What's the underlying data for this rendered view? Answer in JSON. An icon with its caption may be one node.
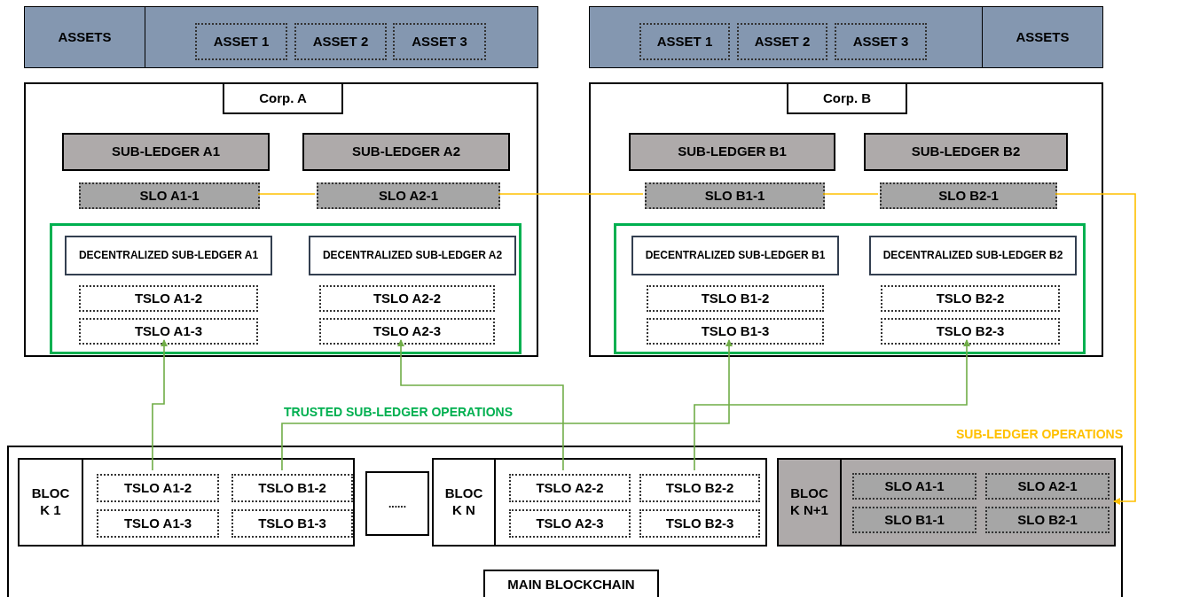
{
  "diagram": {
    "nodes": [
      {
        "text": [
          "ASSETS"
        ]
      },
      {
        "text": [
          "ASSET 1"
        ],
        "in": 0
      },
      {
        "text": [
          "ASSET 2"
        ],
        "in": 0
      },
      {
        "text": [
          "ASSET 3"
        ],
        "in": 0
      },
      {
        "text": [
          "ASSETS"
        ]
      },
      {
        "text": [
          "ASSET 1"
        ],
        "in": 4
      },
      {
        "text": [
          "ASSET 2"
        ],
        "in": 4
      },
      {
        "text": [
          "ASSET 3"
        ],
        "in": 4
      },
      {
        "text": [
          "Corp. A"
        ]
      },
      {
        "text": [
          "SUB-LEDGER A1"
        ],
        "in": 8
      },
      {
        "text": [
          "SUB-LEDGER A2"
        ],
        "in": 8
      },
      {
        "text": [
          "SLO A1-1"
        ],
        "in": 8
      },
      {
        "text": [
          "SLO A2-1"
        ],
        "in": 8
      },
      {
        "text": [],
        "shape": "box",
        "in": 8
      },
      {
        "text": [
          "DECENTRALIZED SUB-LEDGER A1"
        ],
        "in": 13
      },
      {
        "text": [
          "DECENTRALIZED SUB-LEDGER A2"
        ],
        "in": 13
      },
      {
        "text": [
          "TSLO A1-2"
        ],
        "in": 13
      },
      {
        "text": [
          "TSLO A2-2"
        ],
        "in": 13
      },
      {
        "text": [
          "TSLO A1-3"
        ],
        "in": 13
      },
      {
        "text": [
          "TSLO A2-3"
        ],
        "in": 13
      },
      {
        "text": [
          "Corp. B"
        ]
      },
      {
        "text": [
          "SUB-LEDGER B1"
        ],
        "in": 20
      },
      {
        "text": [
          "SUB-LEDGER B2"
        ],
        "in": 20
      },
      {
        "text": [
          "SLO B1-1"
        ],
        "in": 20
      },
      {
        "text": [
          "SLO B2-1"
        ],
        "in": 20
      },
      {
        "text": [],
        "shape": "box",
        "in": 20
      },
      {
        "text": [
          "DECENTRALIZED SUB-LEDGER B1"
        ],
        "in": 25
      },
      {
        "text": [
          "DECENTRALIZED SUB-LEDGER B2"
        ],
        "in": 25
      },
      {
        "text": [
          "TSLO B1-2"
        ],
        "in": 25
      },
      {
        "text": [
          "TSLO B2-2"
        ],
        "in": 25
      },
      {
        "text": [
          "TSLO B1-3"
        ],
        "in": 25
      },
      {
        "text": [
          "TSLO B2-3"
        ],
        "in": 25
      },
      {
        "text": [
          "MAIN BLOCKCHAIN"
        ]
      },
      {
        "text": [
          "BLOC K 1"
        ],
        "in": 32
      },
      {
        "text": [
          "TSLO A1-2"
        ],
        "in": 33
      },
      {
        "text": [
          "TSLO B1-2"
        ],
        "in": 33
      },
      {
        "text": [
          "TSLO A1-3"
        ],
        "in": 33
      },
      {
        "text": [
          "TSLO B1-3"
        ],
        "in": 33
      },
      {
        "text": [
          "......"
        ],
        "in": 32
      },
      {
        "text": [
          "BLOC K N"
        ],
        "in": 32
      },
      {
        "text": [
          "TSLO A2-2"
        ],
        "in": 39
      },
      {
        "text": [
          "TSLO B2-2"
        ],
        "in": 39
      },
      {
        "text": [
          "TSLO A2-3"
        ],
        "in": 39
      },
      {
        "text": [
          "TSLO B2-3"
        ],
        "in": 39
      },
      {
        "text": [
          "BLOC K N+1"
        ],
        "in": 32
      },
      {
        "text": [
          "SLO A1-1"
        ],
        "in": 44
      },
      {
        "text": [
          "SLO A2-1"
        ],
        "in": 44
      },
      {
        "text": [
          "SLO B1-1"
        ],
        "in": 44
      },
      {
        "text": [
          "SLO B2-1"
        ],
        "in": 44
      }
    ],
    "edges": [
      {
        "from": 34,
        "to": 18,
        "arrow": "to",
        "color": "#70ad47"
      },
      {
        "from": 35,
        "to": 30,
        "arrow": "to",
        "color": "#70ad47"
      },
      {
        "from": 40,
        "to": 19,
        "arrow": "to",
        "color": "#70ad47"
      },
      {
        "from": 41,
        "to": 31,
        "arrow": "to",
        "color": "#70ad47"
      },
      {
        "from": 11,
        "to": 12,
        "arrow": "none",
        "color": "#ffc000"
      },
      {
        "from": 12,
        "to": 23,
        "arrow": "none",
        "color": "#ffc000"
      },
      {
        "from": 23,
        "to": 24,
        "arrow": "none",
        "color": "#ffc000"
      },
      {
        "from": 24,
        "to": 44,
        "arrow": "to",
        "color": "#ffc000"
      }
    ],
    "labels": [
      "TRUSTED SUB-LEDGER OPERATIONS",
      "SUB-LEDGER OPERATIONS"
    ]
  }
}
